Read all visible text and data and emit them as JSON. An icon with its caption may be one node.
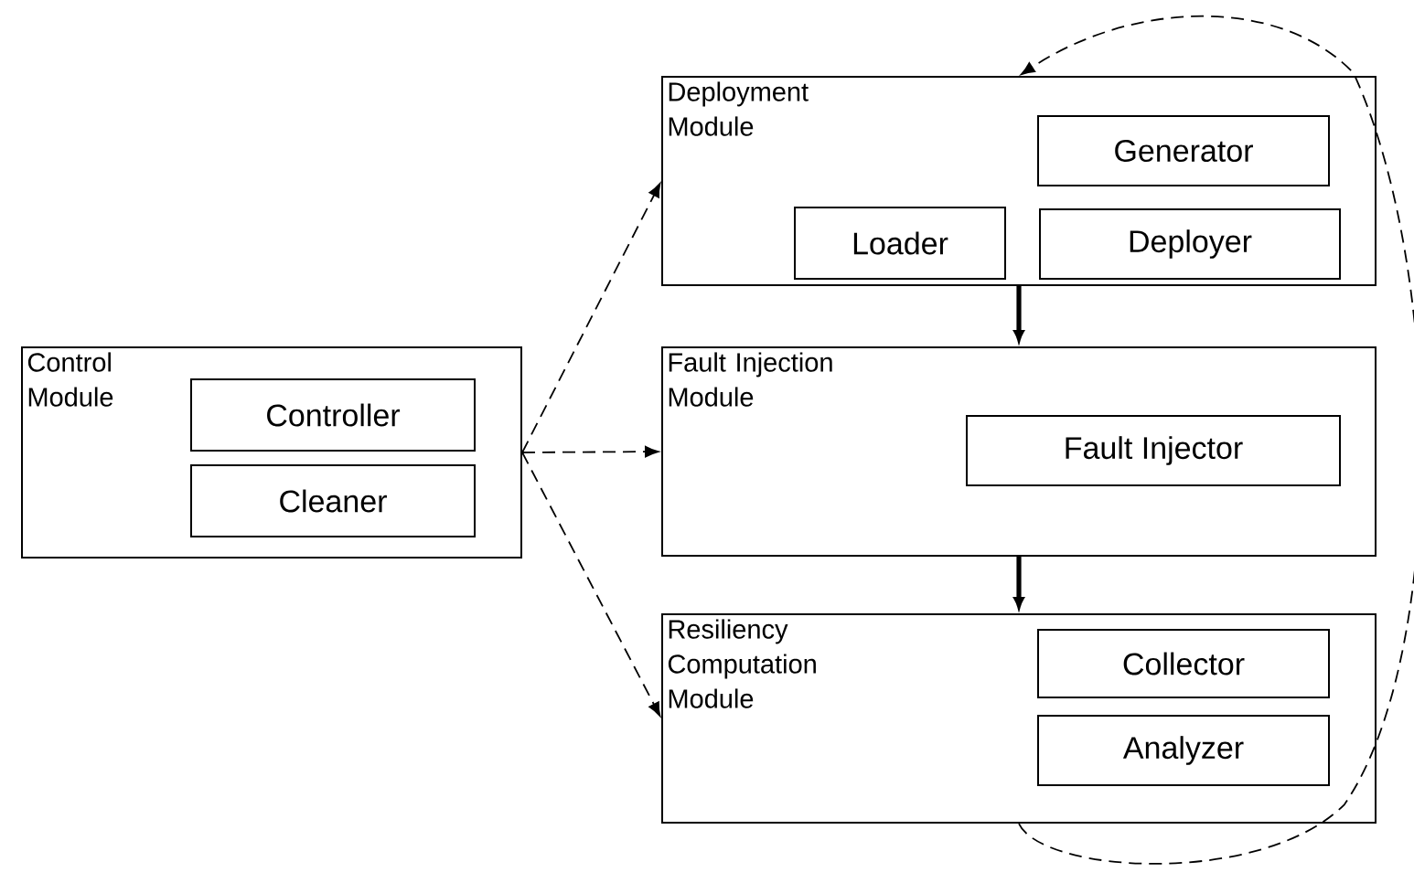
{
  "diagram": {
    "nodes": [
      {
        "text": [
          "Control Module"
        ]
      },
      {
        "text": [
          "Controller"
        ],
        "in": 0
      },
      {
        "text": [
          "Cleaner"
        ],
        "in": 0
      },
      {
        "text": [
          "Deployment Module"
        ]
      },
      {
        "text": [
          "Generator"
        ],
        "in": 3
      },
      {
        "text": [
          "Loader"
        ],
        "in": 3
      },
      {
        "text": [
          "Deployer"
        ],
        "in": 3
      },
      {
        "text": [
          "Fault Injection Module"
        ]
      },
      {
        "text": [
          "Fault Injector"
        ],
        "in": 7
      },
      {
        "text": [
          "Resiliency Computation Module"
        ]
      },
      {
        "text": [
          "Collector"
        ],
        "in": 9
      },
      {
        "text": [
          "Analyzer"
        ],
        "in": 9
      }
    ],
    "edges": [
      {
        "from": 0,
        "to": 3,
        "arrow": "to",
        "style": "dashed"
      },
      {
        "from": 0,
        "to": 7,
        "arrow": "to",
        "style": "dashed"
      },
      {
        "from": 0,
        "to": 9,
        "arrow": "to",
        "style": "dashed"
      },
      {
        "from": 3,
        "to": 7,
        "arrow": "to",
        "style": "thick"
      },
      {
        "from": 7,
        "to": 9,
        "arrow": "to",
        "style": "thick"
      },
      {
        "from": 9,
        "to": 3,
        "arrow": "to",
        "style": "dashed"
      }
    ]
  }
}
